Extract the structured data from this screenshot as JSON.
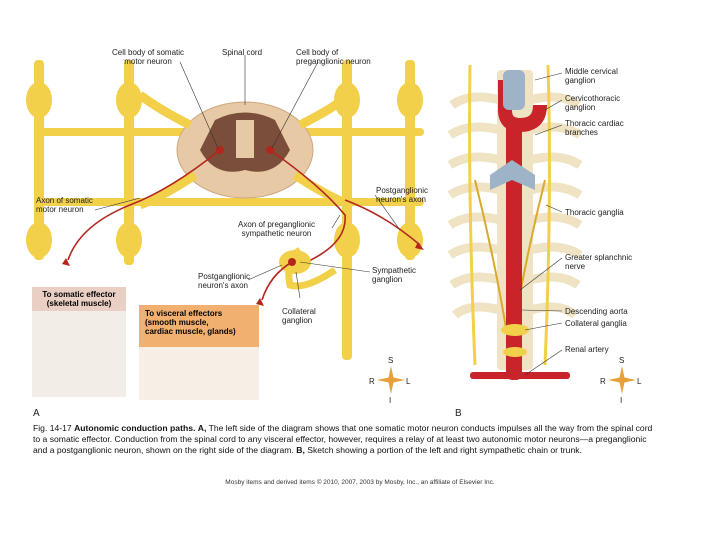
{
  "labels_a": {
    "cell_body_somatic": "Cell body of somatic\nmotor neuron",
    "spinal_cord": "Spinal cord",
    "cell_body_preganglionic": "Cell body of\npreganglionic neuron",
    "axon_somatic": "Axon of somatic\nmotor neuron",
    "postganglionic_axon_right": "Postganglionic\nneuron's axon",
    "axon_preganglionic": "Axon of preganglionic\nsympathetic neuron",
    "sympathetic_ganglion": "Sympathetic\nganglion",
    "postganglionic_axon_low": "Postganglionic\nneuron's axon",
    "collateral_ganglion": "Collateral\nganglion",
    "somatic_effector": "To somatic effector\n(skeletal muscle)",
    "visceral_effectors": "To visceral effectors\n(smooth muscle,\ncardiac muscle, glands)",
    "panel_letter": "A"
  },
  "labels_b": {
    "middle_cervical": "Middle cervical\nganglion",
    "cervicothoracic": "Cervicothoracic\nganglion",
    "thoracic_cardiac": "Thoracic cardiac\nbranches",
    "thoracic_ganglia": "Thoracic ganglia",
    "greater_splanchnic": "Greater splanchnic\nnerve",
    "descending_aorta": "Descending aorta",
    "collateral_ganglia": "Collateral ganglia",
    "renal_artery": "Renal artery",
    "panel_letter": "B"
  },
  "compass": {
    "s": "S",
    "i": "I",
    "r": "R",
    "l": "L"
  },
  "caption": {
    "fig_num": "Fig. 14-17",
    "title": "Autonomic conduction paths.",
    "label_a": "A,",
    "body_a": "The left side of the diagram shows that one somatic motor neuron conducts impulses all the way from the spinal cord to a somatic effector. Conduction from the spinal cord to any visceral effector, however, requires a relay of at least two autonomic motor neurons—a preganglionic and a postganglionic neuron, shown on the right side of the diagram.",
    "label_b": "B,",
    "body_b": "Sketch showing a portion of the left and right sympathetic chain or trunk."
  },
  "credit": "Mosby items and derived items © 2010, 2007, 2003 by Mosby, Inc., an affiliate of Elsevier Inc.",
  "colors": {
    "nerve": "#f2d04a",
    "nerve_dark": "#d9a92a",
    "cord_tan": "#e8c9a5",
    "gray_matter": "#7a4e3a",
    "axon_red": "#b3261e",
    "artery_red": "#c8242a",
    "vein_blue": "#9fb3c8",
    "rib": "#efe3c4"
  }
}
